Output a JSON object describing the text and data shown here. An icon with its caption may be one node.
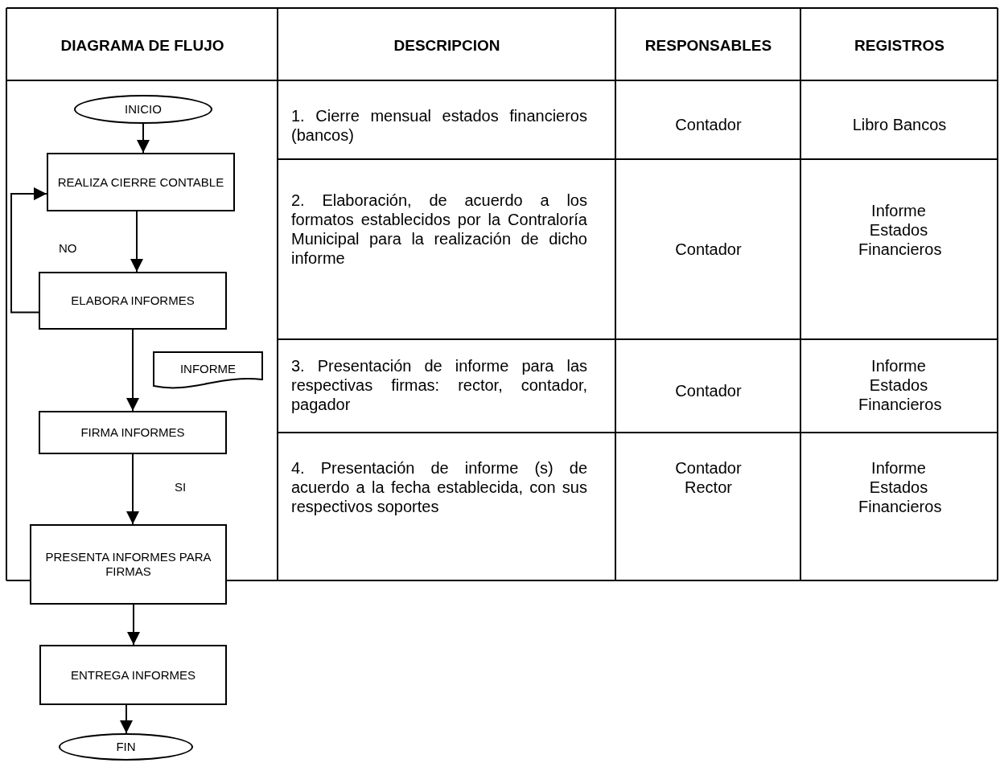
{
  "diagram": {
    "nodes": [
      {
        "text": [
          "INICIO"
        ]
      },
      {
        "text": [
          "REALIZA CIERRE CONTABLE"
        ]
      },
      {
        "text": [
          "ELABORA INFORMES"
        ]
      },
      {
        "text": [
          "INFORME"
        ]
      },
      {
        "text": [
          "FIRMA INFORMES"
        ]
      },
      {
        "text": [
          "PRESENTA INFORMES PARA FIRMAS"
        ]
      },
      {
        "text": [
          "ENTREGA INFORMES"
        ]
      },
      {
        "text": [
          "FIN"
        ]
      }
    ],
    "edges": [
      {
        "from": 0,
        "to": 1,
        "arrow": "to"
      },
      {
        "from": 1,
        "to": 2,
        "arrow": "to"
      },
      {
        "from": 2,
        "to": 1,
        "arrow": "to",
        "label": "NO"
      },
      {
        "from": 2,
        "to": 4,
        "arrow": "to"
      },
      {
        "from": 4,
        "to": 5,
        "arrow": "to",
        "label": "SI"
      },
      {
        "from": 5,
        "to": 6,
        "arrow": "to"
      },
      {
        "from": 6,
        "to": 7,
        "arrow": "to"
      }
    ],
    "labels": [
      "DIAGRAMA DE FLUJO",
      "DESCRIPCION",
      "RESPONSABLES",
      "REGISTROS",
      "1. Cierre mensual estados financieros (bancos)",
      "Contador",
      "Libro Bancos",
      "2. Elaboración, de acuerdo a los formatos establecidos por la Contraloría Municipal para la realización de dicho informe",
      "Contador",
      "Informe Estados Financieros",
      "3. Presentación de informe para las respectivas firmas: rector, contador, pagador",
      "Contador",
      "Informe Estados Financieros",
      "4. Presentación de informe (s) de acuerdo a la fecha establecida, con sus respectivos soportes",
      "Contador",
      "Rector",
      "Informe Estados Financieros"
    ]
  }
}
